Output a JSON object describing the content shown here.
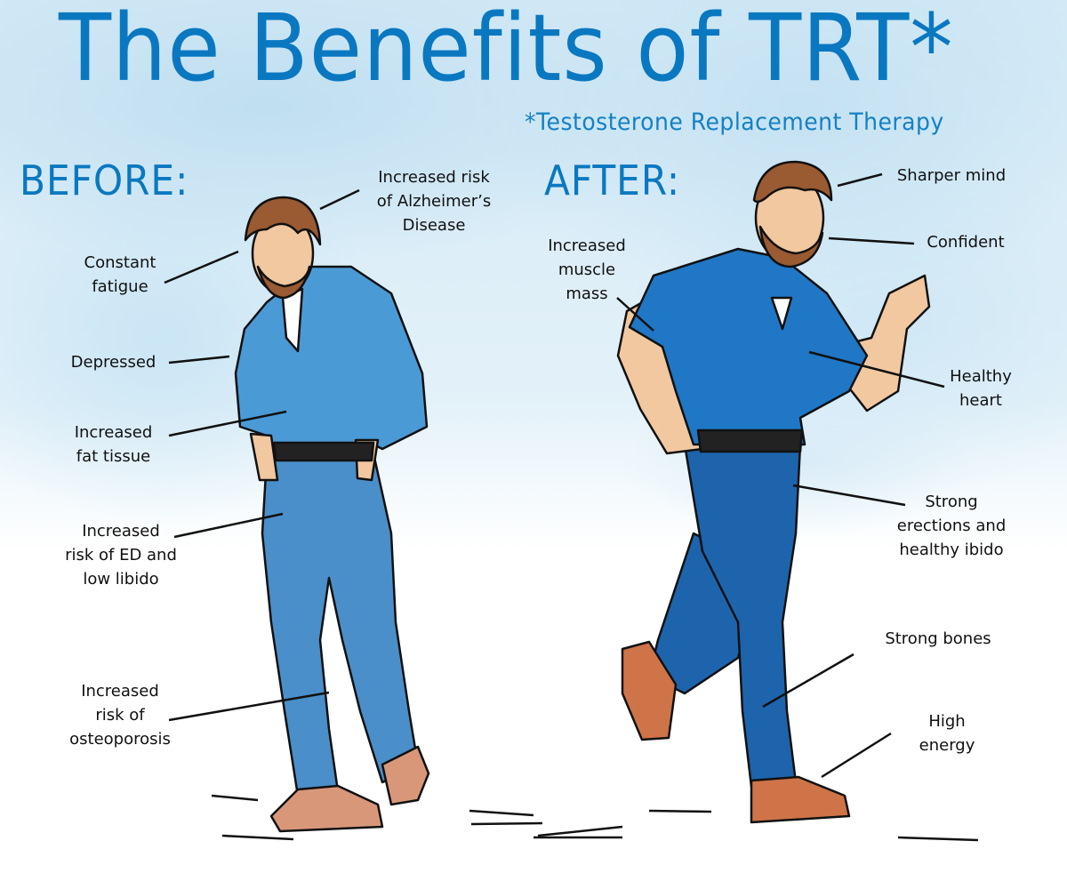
{
  "header": {
    "title": "The Benefits of TRT*",
    "subtitle": "*Testosterone Replacement Therapy"
  },
  "before": {
    "heading": "BEFORE:",
    "labels": [
      {
        "id": "alzheimers",
        "text": "Increased risk\nof Alzheimer’s\nDisease"
      },
      {
        "id": "fatigue",
        "text": "Constant\nfatigue"
      },
      {
        "id": "depressed",
        "text": "Depressed"
      },
      {
        "id": "fat",
        "text": "Increased\nfat tissue"
      },
      {
        "id": "ed",
        "text": "Increased\nrisk of ED and\nlow libido"
      },
      {
        "id": "osteoporosis",
        "text": "Increased\nrisk of\nosteoporosis"
      }
    ]
  },
  "after": {
    "heading": "AFTER:",
    "labels": [
      {
        "id": "mind",
        "text": "Sharper mind"
      },
      {
        "id": "confident",
        "text": "Confident"
      },
      {
        "id": "muscle",
        "text": "Increased\nmuscle\nmass"
      },
      {
        "id": "heart",
        "text": "Healthy\nheart"
      },
      {
        "id": "erections",
        "text": "Strong\nerections and\nhealthy ibido"
      },
      {
        "id": "bones",
        "text": "Strong bones"
      },
      {
        "id": "energy",
        "text": "High\nenergy"
      }
    ]
  },
  "colors": {
    "title": "#0a78c0",
    "shirt_before": "#4a9ad6",
    "jeans_before": "#4a8fc9",
    "shirt_after": "#1f77c6",
    "jeans_after": "#1d64ad",
    "skin": "#f2c8a0",
    "hair": "#9a5a32",
    "boot_before": "#d9977a",
    "boot_after": "#cf7448"
  }
}
